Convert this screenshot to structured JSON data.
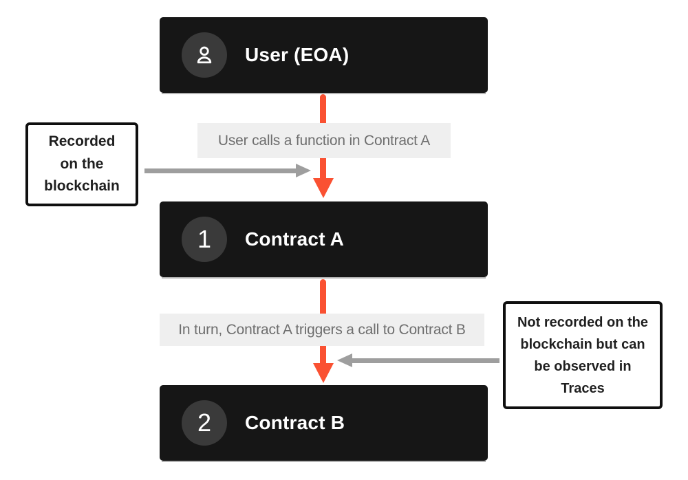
{
  "colors": {
    "canvas_bg": "#ffffff",
    "node_bg": "#161616",
    "node_circle_bg": "#3a3a3a",
    "accent_orange": "#fa5132",
    "edge_label_bg": "#efefef",
    "edge_label_text": "#6e6e6e",
    "gray_arrow": "#9e9e9e",
    "annotation_border": "#0f0f0f",
    "annotation_text": "#1f1f1f"
  },
  "nodes": {
    "user": {
      "title": "User (EOA)",
      "badge_icon": "person-icon"
    },
    "contract_a": {
      "title": "Contract A",
      "number": "1"
    },
    "contract_b": {
      "title": "Contract B",
      "number": "2"
    }
  },
  "edges": {
    "user_to_a": {
      "label": "User calls a function in Contract A"
    },
    "a_to_b": {
      "label": "In turn, Contract A triggers a call to Contract B"
    }
  },
  "annotations": {
    "recorded": {
      "text": "Recorded\non the\nblockchain"
    },
    "not_recorded": {
      "text": "Not recorded on the\nblockchain but can\nbe observed in\nTraces"
    }
  }
}
